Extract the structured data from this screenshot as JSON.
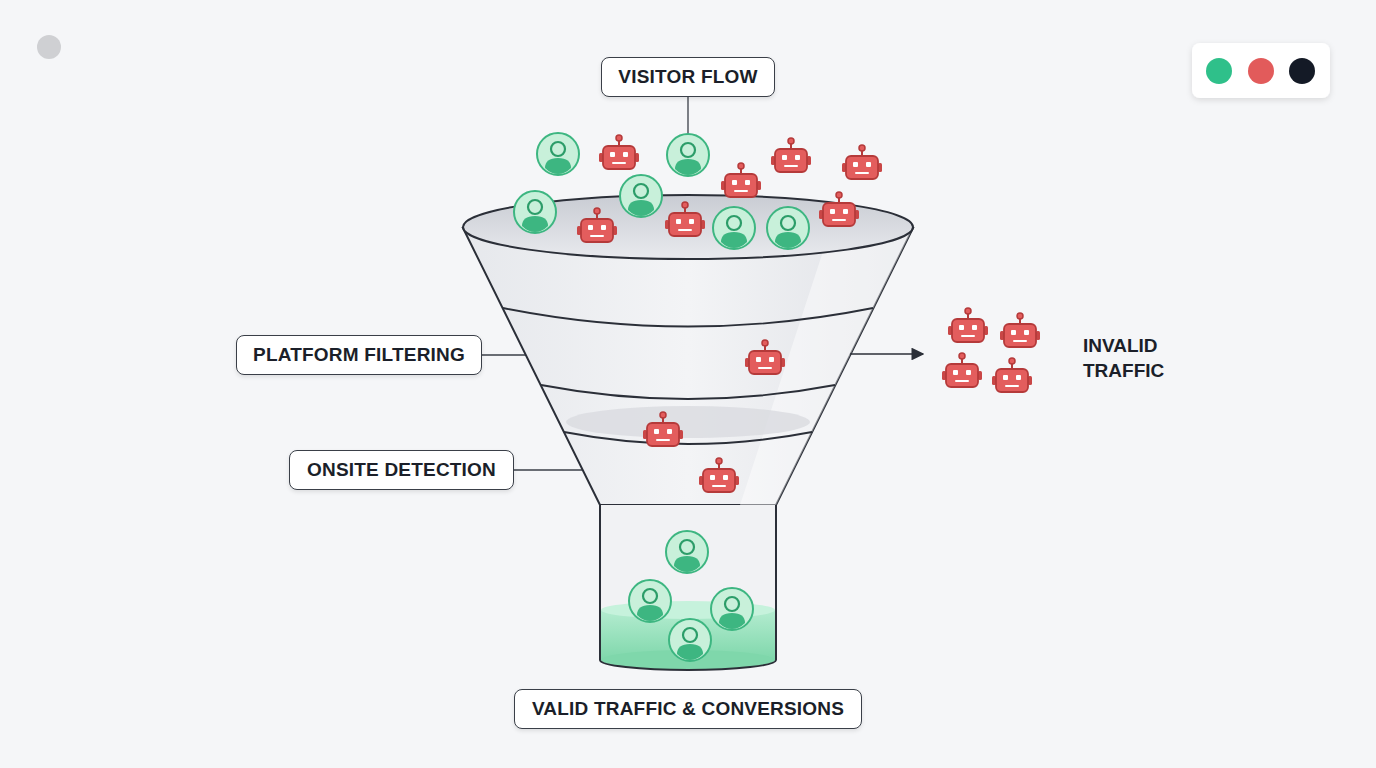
{
  "diagram": {
    "nodes": [
      {
        "text": [
          "VISITOR FLOW"
        ]
      },
      {
        "text": [
          "PLATFORM FILTERING"
        ]
      },
      {
        "text": [
          "ONSITE DETECTION"
        ]
      },
      {
        "text": [
          "VALID TRAFFIC & CONVERSIONS"
        ]
      }
    ],
    "labels": [
      "INVALID TRAFFIC"
    ]
  }
}
